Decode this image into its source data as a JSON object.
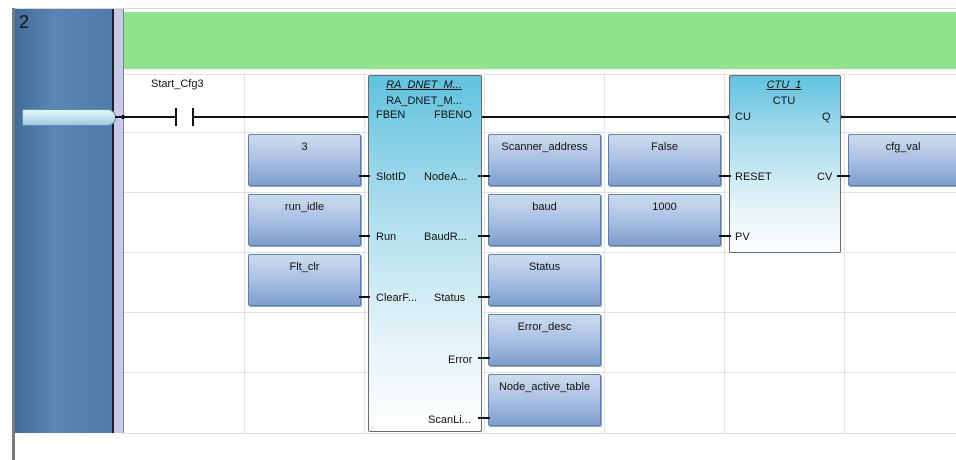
{
  "rung": {
    "number": "2"
  },
  "contact": {
    "label": "Start_Cfg3"
  },
  "dnet_block": {
    "instance_name": "RA_DNET_M...",
    "type_name": "RA_DNET_M...",
    "inputs": [
      "FBEN",
      "SlotID",
      "Run",
      "ClearF..."
    ],
    "outputs": [
      "FBENO",
      "NodeA...",
      "BaudR...",
      "Status",
      "Error",
      "ScanLi..."
    ]
  },
  "ctu_block": {
    "instance_name": "CTU_1",
    "type_name": "CTU",
    "inputs": [
      "CU",
      "RESET",
      "PV"
    ],
    "outputs": [
      "Q",
      "CV"
    ]
  },
  "input_vars": [
    "3",
    "run_idle",
    "Flt_clr"
  ],
  "output_vars": [
    "Scanner_address",
    "baud",
    "Status",
    "Error_desc",
    "Node_active_table"
  ],
  "ctu_inputs": [
    "False",
    "1000"
  ],
  "ctu_outputs": [
    "cfg_val"
  ]
}
